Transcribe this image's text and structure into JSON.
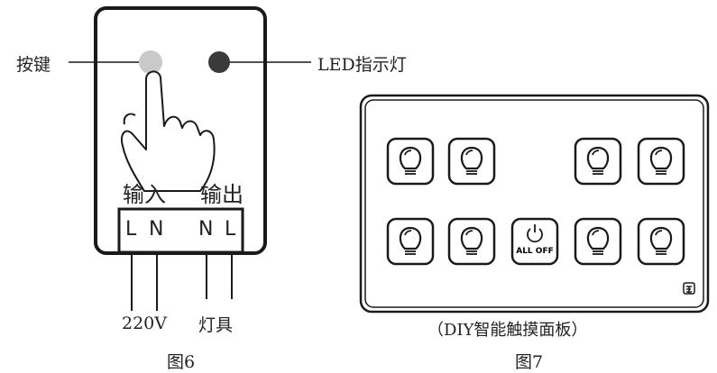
{
  "fig6": {
    "button_label": "按键",
    "led_label": "LED指示灯",
    "io_label_left": "输入",
    "io_label_right": "输出",
    "terminals": [
      "L",
      "N",
      "N",
      "L"
    ],
    "voltage_label": "220V",
    "lamp_label": "灯具",
    "caption": "图6"
  },
  "fig7": {
    "all_off_label": "ALL OFF",
    "panel_caption": "（DIY智能触摸面板）",
    "caption": "图7",
    "logo_text": "E"
  },
  "colors": {
    "stroke": "#1a1a1a",
    "button": "#c9c9c9",
    "led": "#3a3a3a"
  }
}
